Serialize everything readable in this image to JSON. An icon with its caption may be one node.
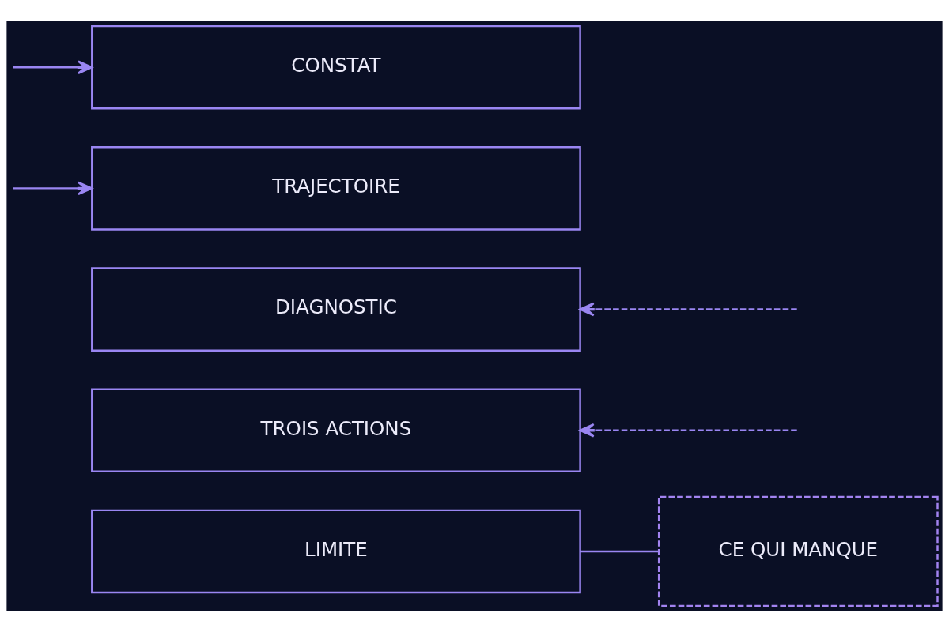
{
  "diagram": {
    "nodes": [
      {
        "text": [
          "CONSTAT"
        ]
      },
      {
        "text": [
          "TRAJECTOIRE"
        ]
      },
      {
        "text": [
          "DIAGNOSTIC"
        ]
      },
      {
        "text": [
          "TROIS ACTIONS"
        ]
      },
      {
        "text": [
          "LIMITE"
        ]
      },
      {
        "text": [
          "CE QUI MANQUE"
        ]
      }
    ],
    "edges": [
      {
        "from": null,
        "to": 0,
        "arrow": "to"
      },
      {
        "from": null,
        "to": 1,
        "arrow": "to"
      },
      {
        "from": null,
        "to": 2,
        "arrow": "to",
        "style": "dashed"
      },
      {
        "from": null,
        "to": 3,
        "arrow": "to",
        "style": "dashed"
      },
      {
        "from": 4,
        "to": 5,
        "arrow": "none"
      }
    ]
  }
}
